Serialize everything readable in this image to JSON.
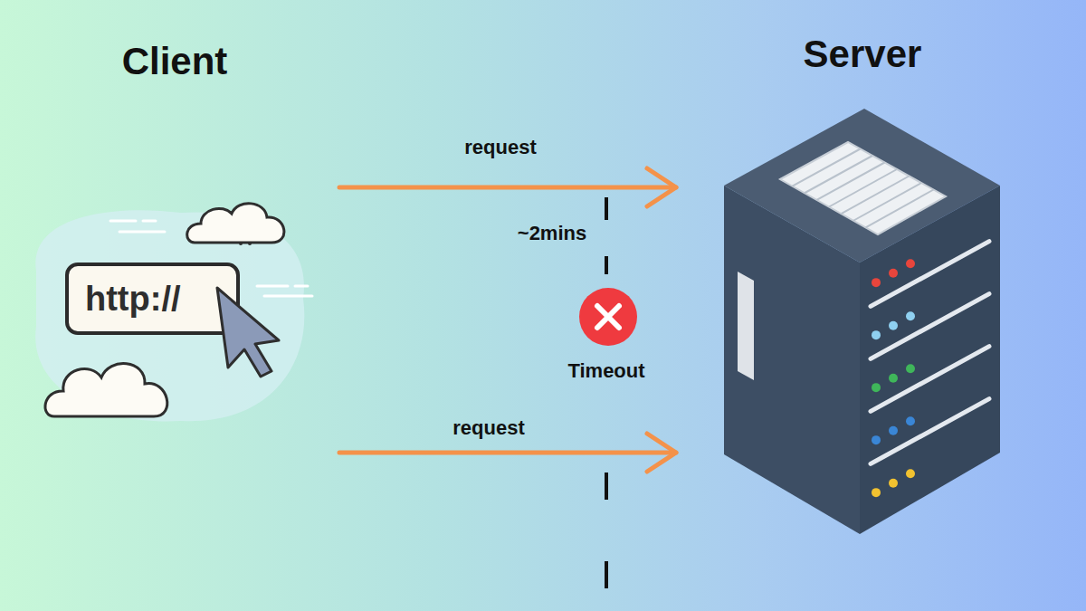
{
  "diagram": {
    "nodes": [
      {
        "text": [
          "Client"
        ]
      },
      {
        "text": [
          "http://"
        ],
        "in": 0
      },
      {
        "text": [
          "Server"
        ]
      }
    ],
    "edges": [
      {
        "from": 0,
        "to": 2,
        "arrow": "to",
        "label": "request"
      },
      {
        "from": 0,
        "to": 2,
        "arrow": "to",
        "label": "request"
      }
    ],
    "labels": [
      "~2mins",
      "Timeout"
    ]
  }
}
